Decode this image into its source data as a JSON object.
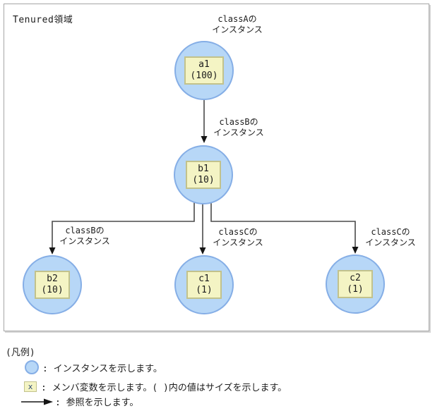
{
  "diagram": {
    "area_label": "Tenured領域",
    "nodes": [
      {
        "id": "a1",
        "member": "a1",
        "size": "(100)",
        "class_label": [
          "classAの",
          "インスタンス"
        ]
      },
      {
        "id": "b1",
        "member": "b1",
        "size": "(10)",
        "class_label": [
          "classBの",
          "インスタンス"
        ]
      },
      {
        "id": "b2",
        "member": "b2",
        "size": "(10)",
        "class_label": [
          "classBの",
          "インスタンス"
        ]
      },
      {
        "id": "c1",
        "member": "c1",
        "size": "(1)",
        "class_label": [
          "classCの",
          "インスタンス"
        ]
      },
      {
        "id": "c2",
        "member": "c2",
        "size": "(1)",
        "class_label": [
          "classCの",
          "インスタンス"
        ]
      }
    ],
    "references": [
      {
        "from": "a1",
        "to": "b1"
      },
      {
        "from": "b1",
        "to": "b2"
      },
      {
        "from": "b1",
        "to": "c1"
      },
      {
        "from": "b1",
        "to": "c2"
      }
    ]
  },
  "legend": {
    "title": "(凡例)",
    "items": [
      {
        "icon": "instance-circle-icon",
        "label": ": インスタンスを示します。"
      },
      {
        "icon": "member-box-icon",
        "symbol": "x",
        "label": ": メンバ変数を示します。( )内の値はサイズを示します。"
      },
      {
        "icon": "reference-arrow-icon",
        "label": ": 参照を示します。"
      }
    ]
  },
  "colors": {
    "instance_fill": "#B7D7F7",
    "instance_border": "#85AEE6",
    "member_fill": "#F4F4C4",
    "member_border": "#C2C28C",
    "reference_line": "#4A4A4A",
    "legend_x_text": "#2C4A75",
    "frame_border": "#A6A6A6"
  }
}
